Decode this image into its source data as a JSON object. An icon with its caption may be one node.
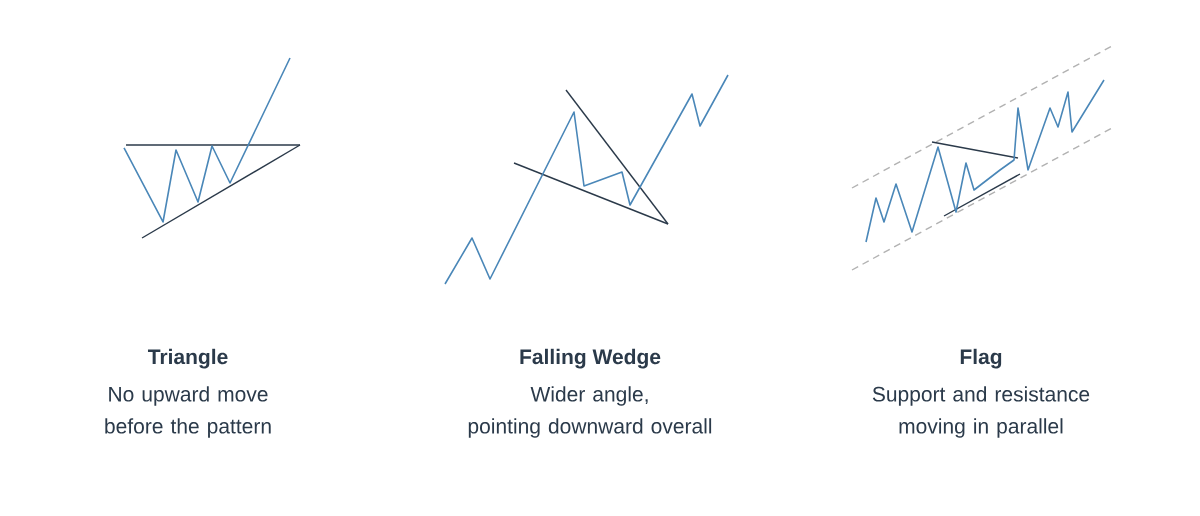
{
  "diagram": {
    "labels": [
      "Triangle",
      "No upward move before the pattern",
      "Falling Wedge",
      "Wider angle, pointing downward overall",
      "Flag",
      "Support and resistance moving in parallel"
    ]
  }
}
